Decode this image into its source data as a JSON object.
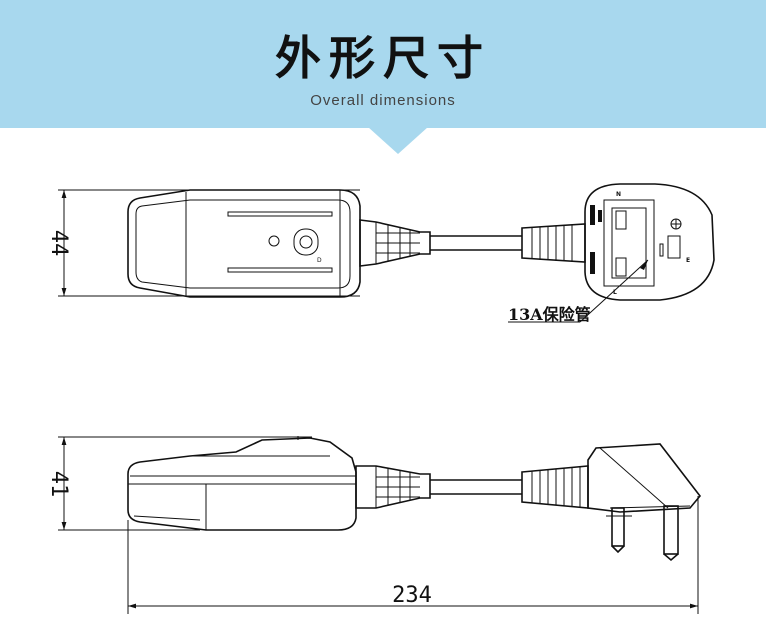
{
  "header": {
    "title": "外形尺寸",
    "subtitle": "Overall dimensions",
    "background_color": "#a8d8ee"
  },
  "diagram": {
    "top_view": {
      "height_dimension": "44",
      "fuse_label": "13A保险管",
      "pin_marks": [
        "N",
        "E",
        "L"
      ]
    },
    "side_view": {
      "height_dimension": "41",
      "length_dimension": "234"
    }
  }
}
